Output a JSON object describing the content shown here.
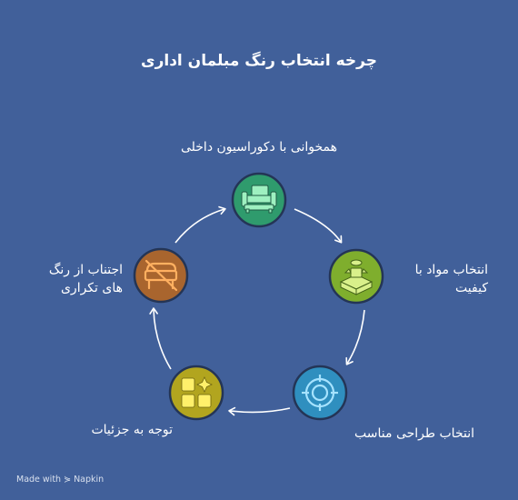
{
  "title": "چرخه انتخاب رنگ مبلمان اداری",
  "steps": [
    {
      "label": "همخوانی با دکوراسیون داخلی",
      "icon": "sofa-icon",
      "color": "#2f9b6d"
    },
    {
      "label": "انتخاب مواد با کیفیت",
      "icon": "materials-icon",
      "color": "#7fae2d"
    },
    {
      "label": "انتخاب طراحی مناسب",
      "icon": "target-design-icon",
      "color": "#2f8fbf"
    },
    {
      "label": "توجه به جزئیات",
      "icon": "details-grid-icon",
      "color": "#b2a51f"
    },
    {
      "label": "اجتناب از رنگ های تکراری",
      "icon": "no-repeat-icon",
      "color": "#a9652e"
    }
  ],
  "footer": "Made with ⋟ Napkin"
}
